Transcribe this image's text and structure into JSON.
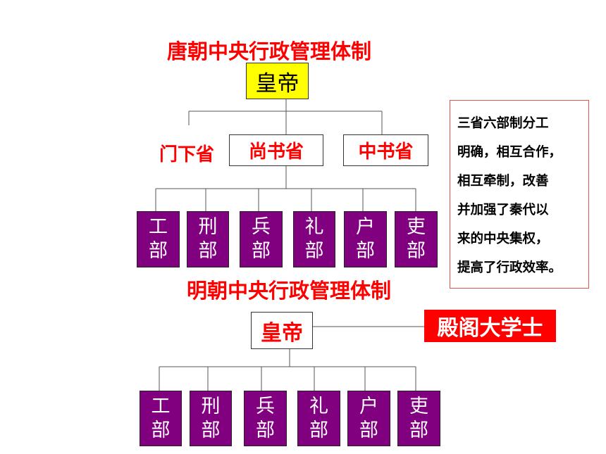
{
  "tang": {
    "title": "唐朝中央行政管理体制",
    "emperor": "皇帝",
    "three_departments": [
      "门下省",
      "尚书省",
      "中书省"
    ],
    "six_ministries": [
      [
        "工",
        "部"
      ],
      [
        "刑",
        "部"
      ],
      [
        "兵",
        "部"
      ],
      [
        "礼",
        "部"
      ],
      [
        "户",
        "部"
      ],
      [
        "吏",
        "部"
      ]
    ]
  },
  "ming": {
    "title": "明朝中央行政管理体制",
    "emperor": "皇帝",
    "grand_secretary": "殿阁大学士",
    "six_ministries": [
      [
        "工",
        "部"
      ],
      [
        "刑",
        "部"
      ],
      [
        "兵",
        "部"
      ],
      [
        "礼",
        "部"
      ],
      [
        "户",
        "部"
      ],
      [
        "吏",
        "部"
      ]
    ]
  },
  "note": {
    "lines": [
      "三省六部制分工",
      "明确，相互合作，",
      "相互牵制，改善",
      "并加强了秦代以",
      "来的中央集权，",
      "提高了行政效率。"
    ]
  }
}
